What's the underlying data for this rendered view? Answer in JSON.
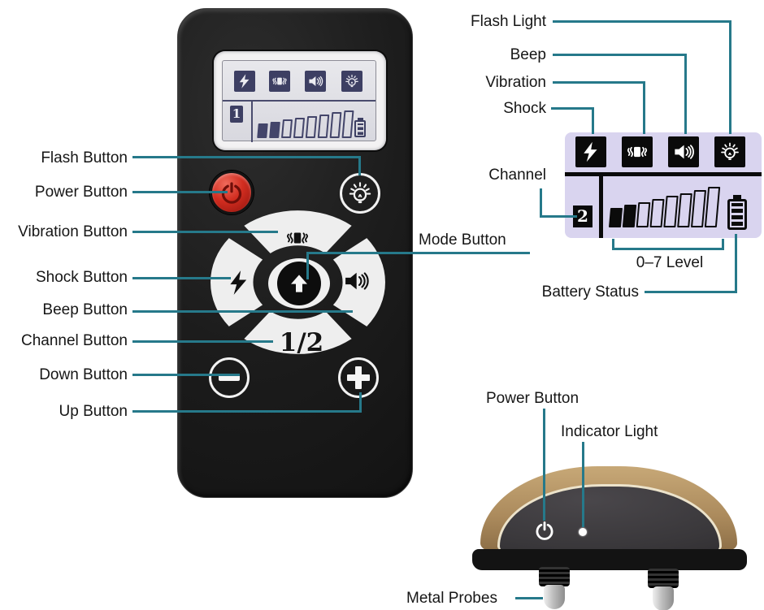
{
  "remote": {
    "left_labels": [
      {
        "id": "flash",
        "text": "Flash Button"
      },
      {
        "id": "power",
        "text": "Power Button"
      },
      {
        "id": "vibration",
        "text": "Vibration Button"
      },
      {
        "id": "shock",
        "text": "Shock Button"
      },
      {
        "id": "beep",
        "text": "Beep Button"
      },
      {
        "id": "channel",
        "text": "Channel Button"
      },
      {
        "id": "down",
        "text": "Down Button"
      },
      {
        "id": "up",
        "text": "Up Button"
      }
    ],
    "mode_label": "Mode Button",
    "lcd": {
      "icons": [
        "shock-icon",
        "vibration-icon",
        "beep-icon",
        "flash-icon"
      ],
      "channel_value": "1",
      "level_bars": {
        "count": 8,
        "filled": 2
      }
    },
    "dpad_channel_text": "1/2"
  },
  "display_panel": {
    "icons": [
      "shock-icon",
      "vibration-icon",
      "beep-icon",
      "flash-icon"
    ],
    "channel_value": "2",
    "level_bars": {
      "count": 8,
      "filled": 2
    },
    "labels": {
      "flash": "Flash Light",
      "beep": "Beep",
      "vibration": "Vibration",
      "shock": "Shock",
      "channel": "Channel",
      "level": "0–7 Level",
      "battery": "Battery Status"
    }
  },
  "collar": {
    "labels": {
      "power": "Power Button",
      "indicator": "Indicator Light",
      "probes": "Metal Probes"
    }
  },
  "colors": {
    "callout_line": "#26798a",
    "panel_background": "#d9d4ef",
    "lcd_icon_navy": "#3d3f63",
    "power_button_red": "#d22d20",
    "collar_gold": "#ab8a5c"
  }
}
